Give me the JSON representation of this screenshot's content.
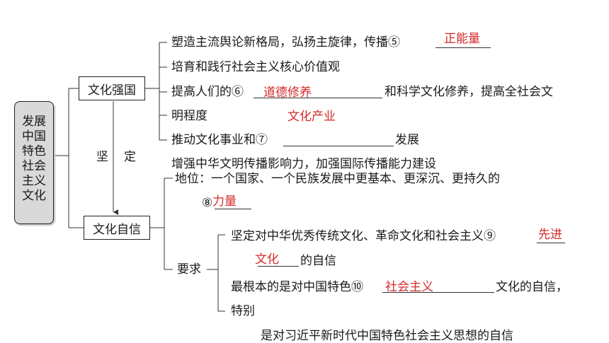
{
  "root": {
    "label_lines": [
      "发展",
      "中国",
      "特色",
      "社会",
      "主义",
      "文化"
    ]
  },
  "box_strong": "文化强国",
  "box_confident": "文化自信",
  "arrow_chars": [
    "坚",
    "定"
  ],
  "strong_items": [
    {
      "before": "塑造主流舆论新格局，弘扬主旋律，传播⑤",
      "answer": "正能量"
    },
    {
      "before": "培育和践行社会主义核心价值观"
    },
    {
      "before": "提高人们的⑥",
      "answer": "道德修养",
      "after": "和科学文化修养，提高全社会文"
    },
    {
      "before": "明程度",
      "answer": "文化产业"
    },
    {
      "before": "推动文化事业和⑦",
      "after": "发展"
    },
    {
      "before": "增强中华文明传播影响力，加强国际传播能力建设"
    }
  ],
  "position": {
    "line1": "地位：一个国家、一个民族发展中更基本、更深沉、更持久的",
    "num": "⑧",
    "answer": "力量"
  },
  "requirements": {
    "label": "要求",
    "item1_line1": "坚定对中华优秀传统文化、革命文化和社会主义⑨",
    "item1_answer_a": "先进",
    "item1_answer_b": "文化",
    "item1_line2_after": "的自信",
    "item2_before": "最根本的是对中国特色⑩",
    "item2_answer": "社会主义",
    "item2_after": "文化的自信，",
    "item2_line2": "特别",
    "item2_line3": "是对习近平新时代中国特色社会主义思想的自信"
  }
}
